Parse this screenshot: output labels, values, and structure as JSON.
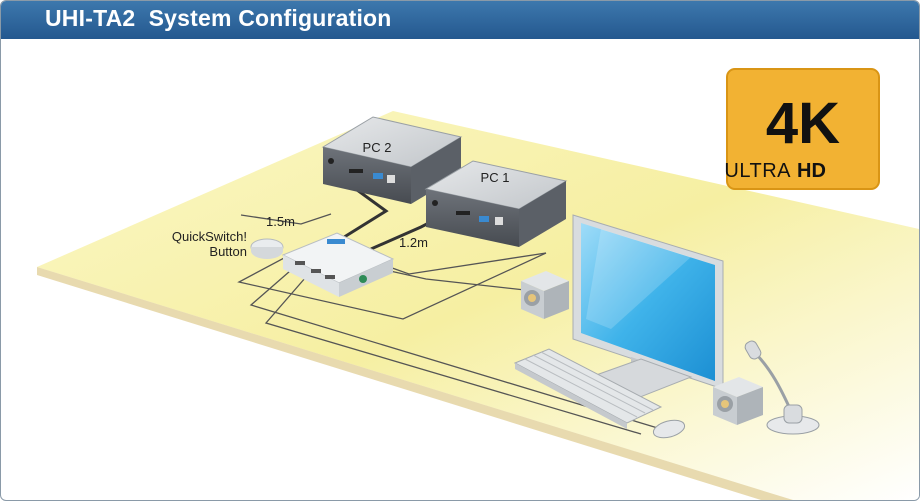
{
  "header": {
    "title": "UHI-TA2  System Configuration"
  },
  "labels": {
    "pc2": "PC 2",
    "pc1": "PC 1",
    "cable_button": "1.5m",
    "cable_pc": "1.2m",
    "button_line1": "QuickSwitch!",
    "button_line2": "Button"
  },
  "badge": {
    "big": "4K",
    "ultra": "ULTRA",
    "hd": "HD"
  },
  "colors": {
    "header": "#2e6aa1",
    "floor": "#f6f0a6",
    "badge_bg": "#f2b233"
  }
}
